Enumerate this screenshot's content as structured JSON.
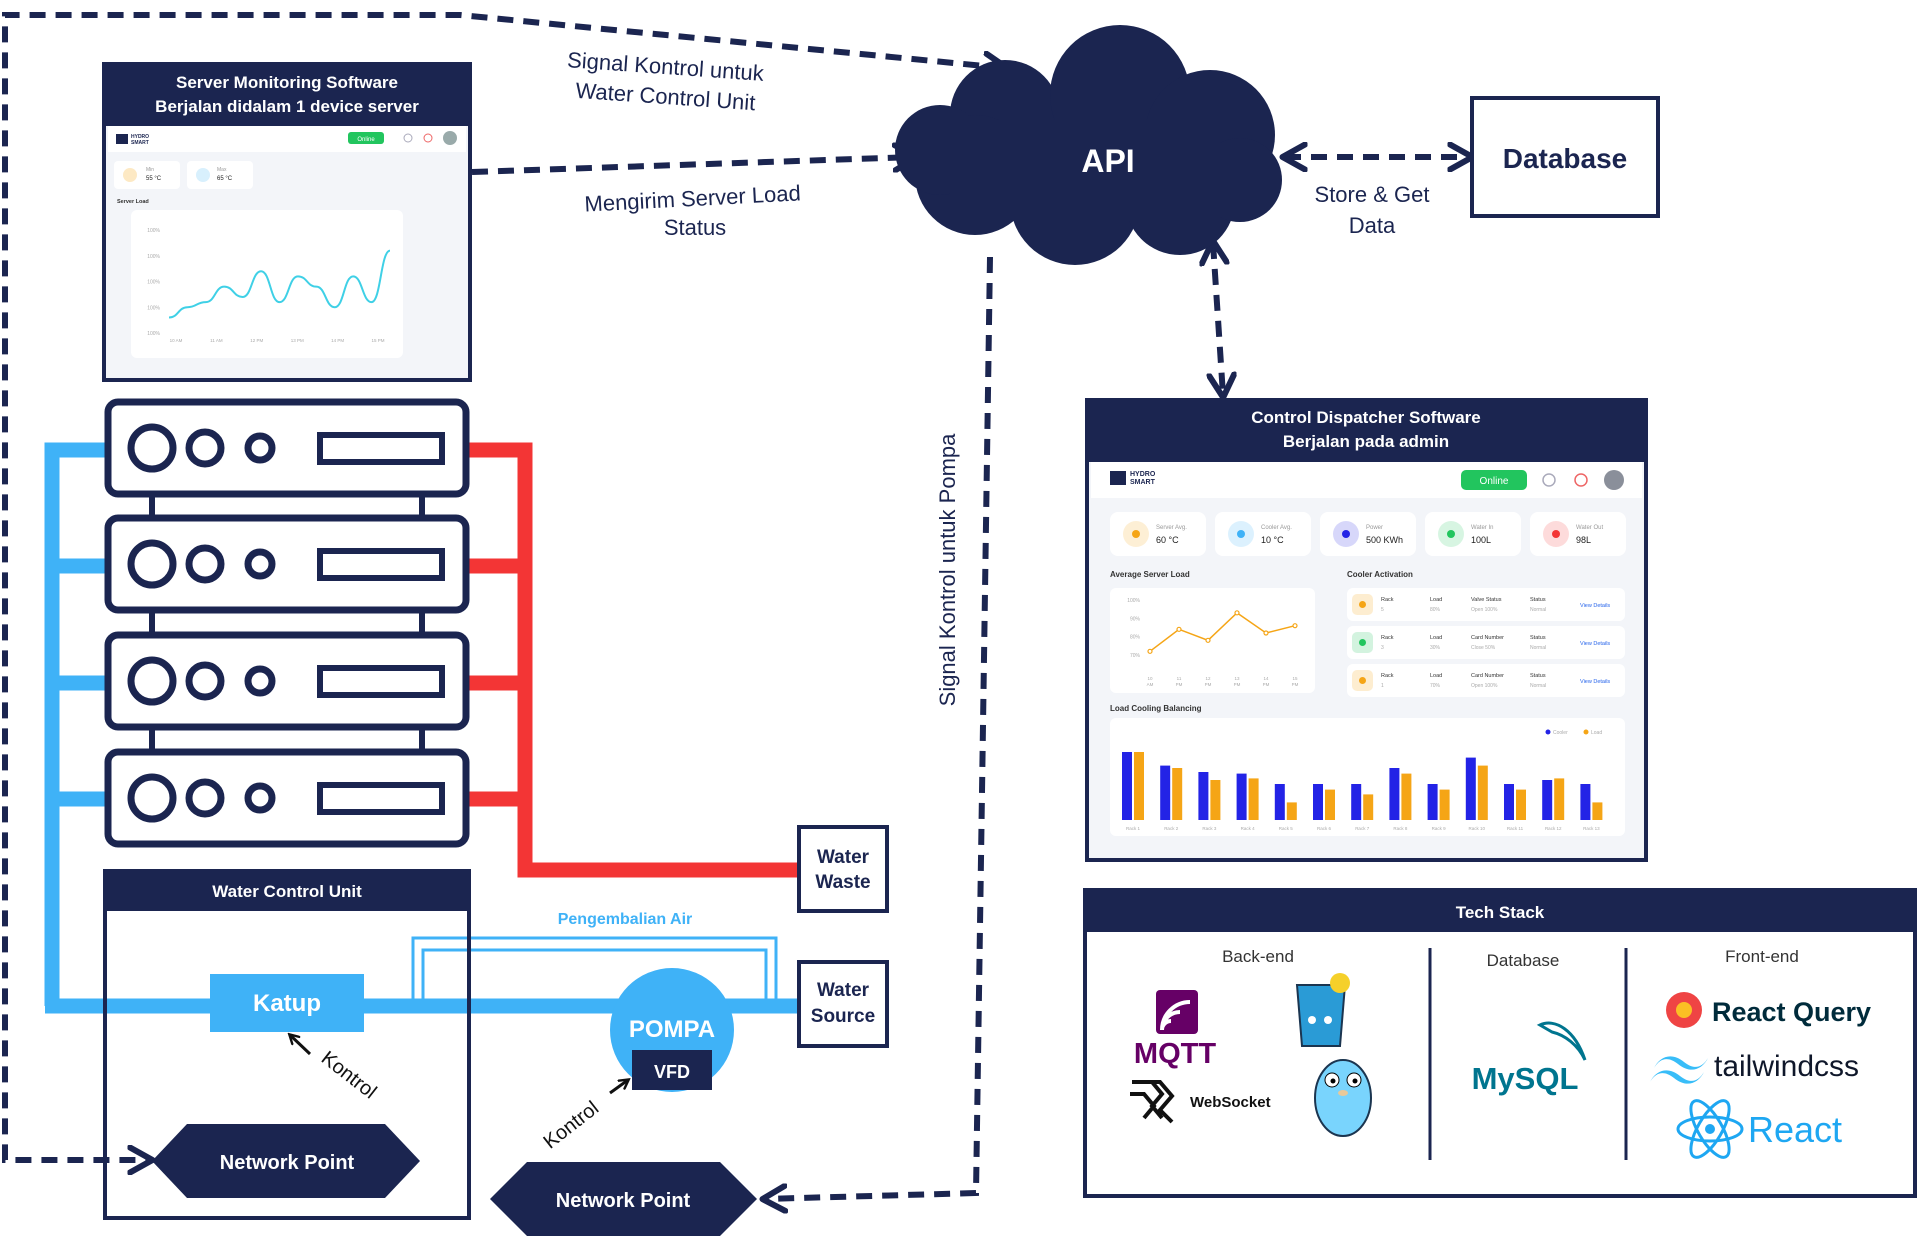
{
  "colors": {
    "navy": "#1b2550",
    "blue_pipe": "#3fb2f7",
    "red_pipe": "#f33535",
    "green_online": "#22c55e",
    "series_cooler": "#2323e6",
    "series_load": "#f5a516"
  },
  "arrows": {
    "signal_water": [
      "Signal Kontrol untuk",
      "Water Control Unit"
    ],
    "server_load": [
      "Mengirim Server Load",
      "Status"
    ],
    "store_get": [
      "Store & Get",
      "Data"
    ],
    "signal_pompa": "Signal Kontrol untuk Pompa"
  },
  "api": {
    "label": "API"
  },
  "database": {
    "label": "Database"
  },
  "server_monitor": {
    "title": [
      "Server Monitoring Software",
      "Berjalan didalam 1 device server"
    ],
    "brand": [
      "HYDRO",
      "SMART"
    ],
    "status": "Online",
    "stats": [
      {
        "label": "Min",
        "value": "55 °C"
      },
      {
        "label": "Max",
        "value": "65 °C"
      }
    ],
    "chart_title": "Server Load",
    "chart_data": {
      "type": "line",
      "title": "Server Load",
      "y_ticks": [
        "100%",
        "100%",
        "100%",
        "100%",
        "100%"
      ],
      "x_ticks": [
        "10 AM",
        "11 AM",
        "12 PM",
        "13 PM",
        "14 PM",
        "15 PM"
      ],
      "values": [
        0.15,
        0.25,
        0.3,
        0.45,
        0.35,
        0.6,
        0.3,
        0.55,
        0.45,
        0.25,
        0.55,
        0.3,
        0.8
      ]
    }
  },
  "wcu": {
    "title": "Water Control Unit",
    "katup": "Katup",
    "pompa": "POMPA",
    "vfd": "VFD",
    "return_label": "Pengembalian Air",
    "kontrol": "Kontrol",
    "network_point": "Network Point"
  },
  "water_waste": [
    "Water",
    "Waste"
  ],
  "water_source": [
    "Water",
    "Source"
  ],
  "control_dispatcher": {
    "title": [
      "Control Dispatcher Software",
      "Berjalan pada admin"
    ],
    "brand": [
      "HYDRO",
      "SMART"
    ],
    "status": "Online",
    "stats": [
      {
        "label": "Server Avg.",
        "value": "60 °C",
        "icon": "thermometer-icon",
        "color": "#f5a516"
      },
      {
        "label": "Cooler Avg.",
        "value": "10 °C",
        "icon": "thermometer-icon",
        "color": "#3fb2f7"
      },
      {
        "label": "Power",
        "value": "500 KWh",
        "icon": "power-icon",
        "color": "#2323e6"
      },
      {
        "label": "Water In",
        "value": "100L",
        "icon": "water-in-icon",
        "color": "#22c55e"
      },
      {
        "label": "Water Out",
        "value": "98L",
        "icon": "water-out-icon",
        "color": "#f33535"
      }
    ],
    "avg_load_title": "Average Server Load",
    "avg_chart": {
      "type": "line",
      "y_ticks": [
        "100%",
        "90%",
        "80%",
        "70%"
      ],
      "x_ticks": [
        "10 AM",
        "11 PM",
        "12 PM",
        "13 PM",
        "14 PM",
        "15 PM"
      ],
      "values": [
        72,
        84,
        78,
        93,
        82,
        86
      ]
    },
    "cooler_title": "Cooler Activation",
    "cooler_rows": [
      {
        "rack_label": "Rack",
        "rack": "5",
        "load_label": "Load",
        "load": "80%",
        "field_label": "Valve Status",
        "field": "Open 100%",
        "status_label": "Status",
        "status": "Normal",
        "link": "View Details",
        "color": "#f5a516"
      },
      {
        "rack_label": "Rack",
        "rack": "3",
        "load_label": "Load",
        "load": "30%",
        "field_label": "Card Number",
        "field": "Close 50%",
        "status_label": "Status",
        "status": "Normal",
        "link": "View Details",
        "color": "#22c55e"
      },
      {
        "rack_label": "Rack",
        "rack": "1",
        "load_label": "Load",
        "load": "70%",
        "field_label": "Card Number",
        "field": "Open 100%",
        "status_label": "Status",
        "status": "Normal",
        "link": "View Details",
        "color": "#f5a516"
      }
    ],
    "balancing_title": "Load Cooling Balancing",
    "bar_chart": {
      "type": "bar",
      "title": "Load Cooling Balancing",
      "categories": [
        "Rack 1",
        "Rack 2",
        "Rack 3",
        "Rack 4",
        "Rack 5",
        "Rack 6",
        "Rack 7",
        "Rack 8",
        "Rack 9",
        "Rack 10",
        "Rack 11",
        "Rack 12",
        "Rack 13"
      ],
      "series": [
        {
          "name": "Cooler",
          "values": [
            85,
            68,
            60,
            58,
            45,
            45,
            45,
            65,
            45,
            78,
            45,
            50,
            45
          ]
        },
        {
          "name": "Load",
          "values": [
            85,
            65,
            50,
            52,
            22,
            38,
            32,
            58,
            38,
            68,
            38,
            52,
            22
          ]
        }
      ],
      "legend": "top-right"
    }
  },
  "tech_stack": {
    "title": "Tech Stack",
    "backend": {
      "label": "Back-end",
      "items": [
        "MQTT",
        "WebSocket"
      ]
    },
    "database": {
      "label": "Database",
      "items": [
        "MySQL"
      ]
    },
    "frontend": {
      "label": "Front-end",
      "items": [
        "React Query",
        "tailwindcss",
        "React"
      ]
    }
  }
}
